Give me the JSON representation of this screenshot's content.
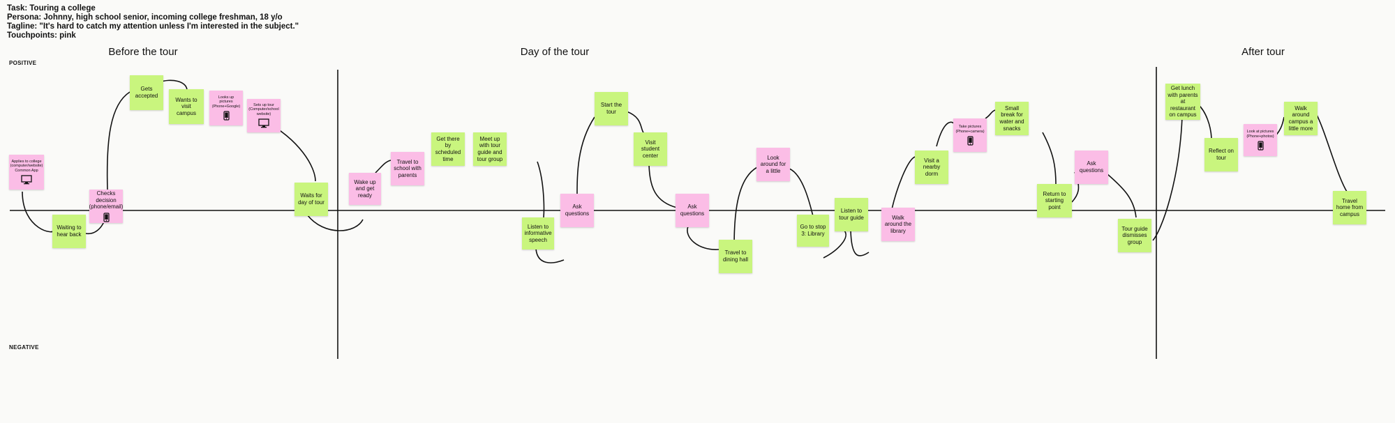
{
  "header": {
    "task": "Task: Touring a college",
    "persona": "Persona: Johnny, high school senior, incoming college freshman, 18 y/o",
    "tagline": "Tagline: \"It's hard to catch my attention unless I'm interested in the subject.\"",
    "touchpoints": "Touchpoints: pink"
  },
  "axis": {
    "positive": "POSITIVE",
    "negative": "NEGATIVE"
  },
  "phases": {
    "before": "Before the tour",
    "day": "Day of the tour",
    "after": "After tour"
  },
  "notes": [
    {
      "id": "applies",
      "text": "Applies to college\n(computer/website)\nCommon App",
      "color": "pink",
      "device": "monitor",
      "small": true
    },
    {
      "id": "waiting",
      "text": "Waiting to\nhear back",
      "color": "green"
    },
    {
      "id": "checks",
      "text": "Checks\ndecision\n(phone/email)",
      "color": "pink",
      "device": "phone"
    },
    {
      "id": "accepted",
      "text": "Gets\naccepted",
      "color": "green"
    },
    {
      "id": "wants",
      "text": "Wants to\nvisit\ncampus",
      "color": "green"
    },
    {
      "id": "looks",
      "text": "Looks up\npictures\n(Phone+Google)",
      "color": "pink",
      "device": "phone",
      "small": true
    },
    {
      "id": "setsup",
      "text": "Sets up tour\n(Computer/school\nwebsite)",
      "color": "pink",
      "device": "monitor",
      "small": true
    },
    {
      "id": "waits",
      "text": "Waits for\nday of tour",
      "color": "green"
    },
    {
      "id": "wake",
      "text": "Wake up\nand get\nready",
      "color": "pink"
    },
    {
      "id": "travel",
      "text": "Travel to\nschool with\nparents",
      "color": "pink"
    },
    {
      "id": "getthere",
      "text": "Get there\nby\nscheduled\ntime",
      "color": "green"
    },
    {
      "id": "meetup",
      "text": "Meet up\nwith tour\nguide and\ntour group",
      "color": "green"
    },
    {
      "id": "listen1",
      "text": "Listen to\ninformative\nspeech",
      "color": "green"
    },
    {
      "id": "ask1",
      "text": "Ask\nquestions",
      "color": "pink"
    },
    {
      "id": "start",
      "text": "Start the\ntour",
      "color": "green"
    },
    {
      "id": "visitsc",
      "text": "Visit\nstudent\ncenter",
      "color": "green"
    },
    {
      "id": "ask2",
      "text": "Ask\nquestions",
      "color": "pink"
    },
    {
      "id": "dining",
      "text": "Travel to\ndining hall",
      "color": "green"
    },
    {
      "id": "lookaround",
      "text": "Look\naround for\na little",
      "color": "pink"
    },
    {
      "id": "library",
      "text": "Go to stop\n3: Library",
      "color": "green"
    },
    {
      "id": "listen2",
      "text": "Listen to\ntour guide",
      "color": "green"
    },
    {
      "id": "walklib",
      "text": "Walk\naround the\nlibrary",
      "color": "pink"
    },
    {
      "id": "dorm",
      "text": "Visit a\nnearby\ndorm",
      "color": "green"
    },
    {
      "id": "pictures",
      "text": "Take pictures\n(Phone+camera)",
      "color": "pink",
      "device": "phone",
      "small": true
    },
    {
      "id": "break",
      "text": "Small\nbreak for\nwater and\nsnacks",
      "color": "green"
    },
    {
      "id": "return",
      "text": "Return to\nstarting\npoint",
      "color": "green"
    },
    {
      "id": "ask3",
      "text": "Ask\nquestions",
      "color": "pink"
    },
    {
      "id": "dismiss",
      "text": "Tour guide\ndismisses\ngroup",
      "color": "green"
    },
    {
      "id": "lunch",
      "text": "Get lunch\nwith parents\nat restaurant\non campus",
      "color": "green"
    },
    {
      "id": "reflect",
      "text": "Reflect on\ntour",
      "color": "green"
    },
    {
      "id": "lookpics",
      "text": "Look at pictures\n(Phone+photos)",
      "color": "pink",
      "device": "phone",
      "small": true
    },
    {
      "id": "walkcampus",
      "text": "Walk\naround\ncampus a\nlittle more",
      "color": "green"
    },
    {
      "id": "home",
      "text": "Travel\nhome from\ncampus",
      "color": "green"
    }
  ]
}
